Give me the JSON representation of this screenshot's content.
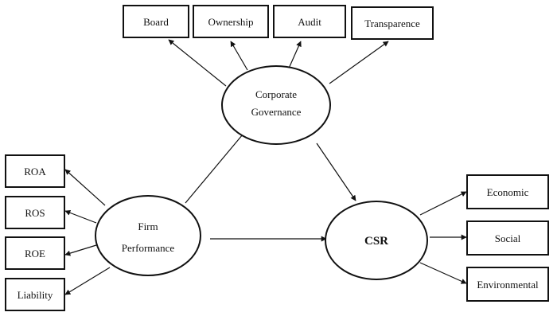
{
  "nodes": {
    "corporate_governance": {
      "line1": "Corporate",
      "line2": "Governance"
    },
    "firm_performance": {
      "line1": "Firm",
      "line2": "Performance"
    },
    "csr": {
      "label": "CSR"
    }
  },
  "governance_indicators": {
    "board": "Board",
    "ownership": "Ownership",
    "audit": "Audit",
    "transparence": "Transparence"
  },
  "performance_indicators": {
    "roa": "ROA",
    "ros": "ROS",
    "roe": "ROE",
    "liability": "Liability"
  },
  "csr_indicators": {
    "economic": "Economic",
    "social": "Social",
    "environmental": "Environmental"
  }
}
